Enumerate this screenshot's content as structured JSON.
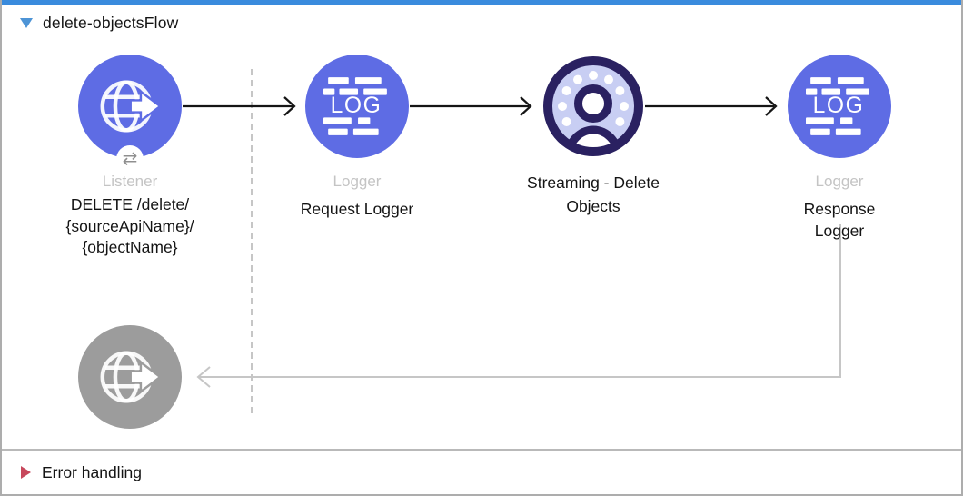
{
  "header": {
    "title": "delete-objectsFlow"
  },
  "flow": {
    "badge_glyph": "⇄",
    "nodes": [
      {
        "id": "listener",
        "type_label": "Listener",
        "name": "DELETE /delete/\n{sourceApiName}/\n{objectName}"
      },
      {
        "id": "request-logger",
        "type_label": "Logger",
        "name": "Request Logger",
        "icon_text": "LOG"
      },
      {
        "id": "streaming-delete-objects",
        "name": "Streaming - Delete\nObjects"
      },
      {
        "id": "response-logger",
        "type_label": "Logger",
        "name": "Response Logger",
        "icon_text": "LOG"
      },
      {
        "id": "response-endpoint"
      }
    ]
  },
  "error_handling": {
    "label": "Error handling"
  },
  "colors": {
    "accent_bar_blue": "#3A8BDD",
    "node_blue": "#5E6CE4",
    "flow_ref_navy": "#2A2161",
    "flow_ref_lavender": "#C8CEF3",
    "inactive_node_gray": "#9C9C9C",
    "type_label_gray": "#C4C4C4",
    "connector_black": "#151515",
    "return_line_gray": "#C6C6C6",
    "frame_border_gray": "#ADADAD",
    "error_red": "#C7485C",
    "collapse_triangle_blue": "#4D94D6"
  }
}
